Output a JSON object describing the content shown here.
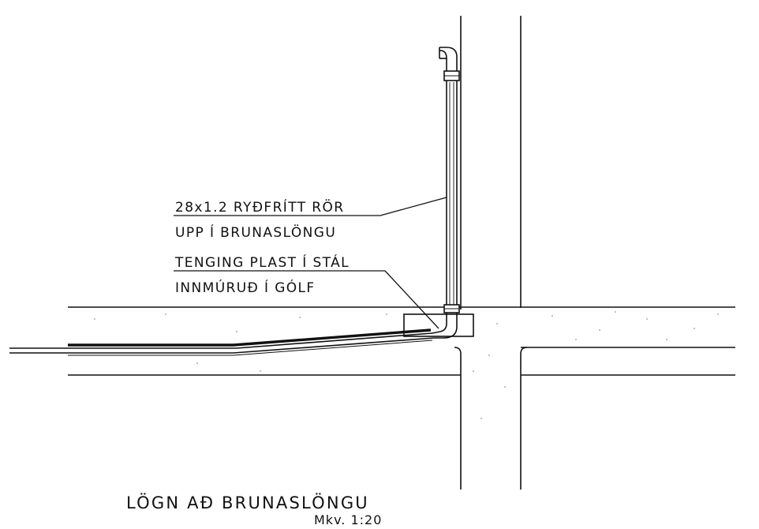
{
  "labels": {
    "pipe_line1": "28x1.2 RYÐFRÍTT RÖR",
    "pipe_line2": "UPP Í BRUNASLÖNGU",
    "joint_line1": "TENGING PLAST Í STÁL",
    "joint_line2": "INNMÚRUÐ Í GÓLF"
  },
  "title": "LÖGN AÐ BRUNASLÖNGU",
  "scale": "Mkv. 1:20"
}
